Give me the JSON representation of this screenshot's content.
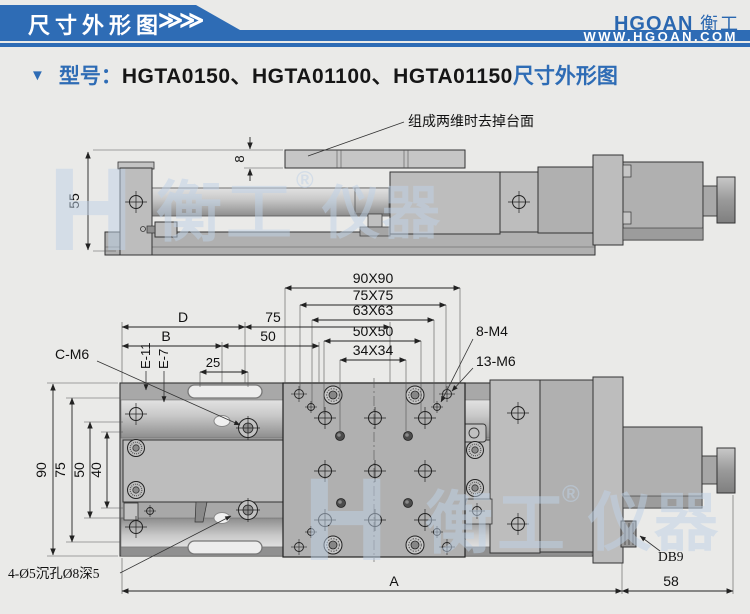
{
  "header": {
    "title": "尺寸外形图",
    "chevron": "≫≫",
    "logo_en": "HGOAN",
    "logo_cn": "衡工",
    "url": "WWW.HGOAN.COM"
  },
  "model_line": {
    "bullet": "▼",
    "label": "型号：",
    "models": "HGTA0150、HGTA01100、HGTA01150",
    "suffix": "尺寸外形图"
  },
  "watermark": {
    "h": "H",
    "name": "衡工",
    "reg": "®",
    "suffix": "仪器"
  },
  "side_view": {
    "annotation": "组成两维时去掉台面",
    "dim_height": "55",
    "dim_table_thickness": "8"
  },
  "plan_view": {
    "square_dims": [
      "90X90",
      "75X75",
      "63X63",
      "50X50",
      "34X34"
    ],
    "dim_d": "D",
    "dim_75": "75",
    "dim_b": "B",
    "dim_50": "50",
    "dim_25": "25",
    "label_c_m6": "C-M6",
    "label_e11": "E-11",
    "label_e7": "E-7",
    "label_8_m4": "8-M4",
    "label_13_m6": "13-M6",
    "v_dims": [
      "90",
      "75",
      "50",
      "40"
    ],
    "dim_a": "A",
    "dim_58": "58",
    "label_counterbore": "4-Ø5沉孔Ø8深5",
    "label_db9": "DB9"
  },
  "colors": {
    "accent_blue": "#2e6cb5",
    "watermark_blue": "#bfd2e7",
    "line": "#222222",
    "part_gray": "#b0b0b0"
  }
}
